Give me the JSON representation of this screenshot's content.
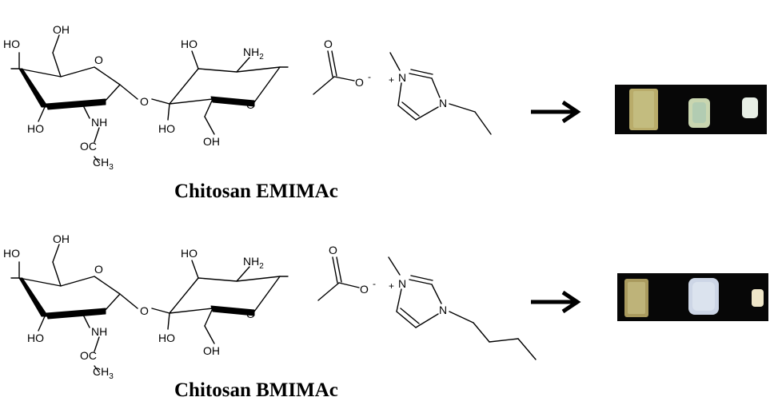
{
  "panels": [
    {
      "caption": "Chitosan EMIMAc",
      "chitosan_labels": {
        "oh_top": "HO",
        "oh_ch2": "OH",
        "ring_o_left": "O",
        "oh_bottom_left": "HO",
        "nh": "NH",
        "oc": "OC",
        "ch3": "CH",
        "ch3_sub": "3",
        "bridge_o": "O",
        "ho_right_top": "HO",
        "nh2": "NH",
        "nh2_sub": "2",
        "ring_o_right": "O",
        "ho_right_bottom": "HO",
        "oh_right_bottom": "OH"
      },
      "acetate_labels": {
        "carbonyl_o": "O",
        "anion_o": "O",
        "charge": "-"
      },
      "imidazolium_labels": {
        "n_plus": "N",
        "plus": "+",
        "n": "N"
      },
      "arrow": "right-arrow-icon",
      "photo": "three-gel-samples"
    },
    {
      "caption": "Chitosan BMIMAc",
      "chitosan_labels": {
        "oh_top": "HO",
        "oh_ch2": "OH",
        "ring_o_left": "O",
        "oh_bottom_left": "HO",
        "nh": "NH",
        "oc": "OC",
        "ch3": "CH",
        "ch3_sub": "3",
        "bridge_o": "O",
        "ho_right_top": "HO",
        "nh2": "NH",
        "nh2_sub": "2",
        "ring_o_right": "O",
        "ho_right_bottom": "HO",
        "oh_right_bottom": "OH"
      },
      "acetate_labels": {
        "carbonyl_o": "O",
        "anion_o": "O",
        "charge": "-"
      },
      "imidazolium_labels": {
        "n_plus": "N",
        "plus": "+",
        "n": "N"
      },
      "arrow": "right-arrow-icon",
      "photo": "three-gel-samples"
    }
  ],
  "colors": {
    "photo_background": "#070707",
    "gel_amber": "#b9ac6a",
    "gel_pale_green": "#c9d6b0",
    "gel_white": "#e8efe6",
    "gel_bluish": "#cdd6e6"
  }
}
